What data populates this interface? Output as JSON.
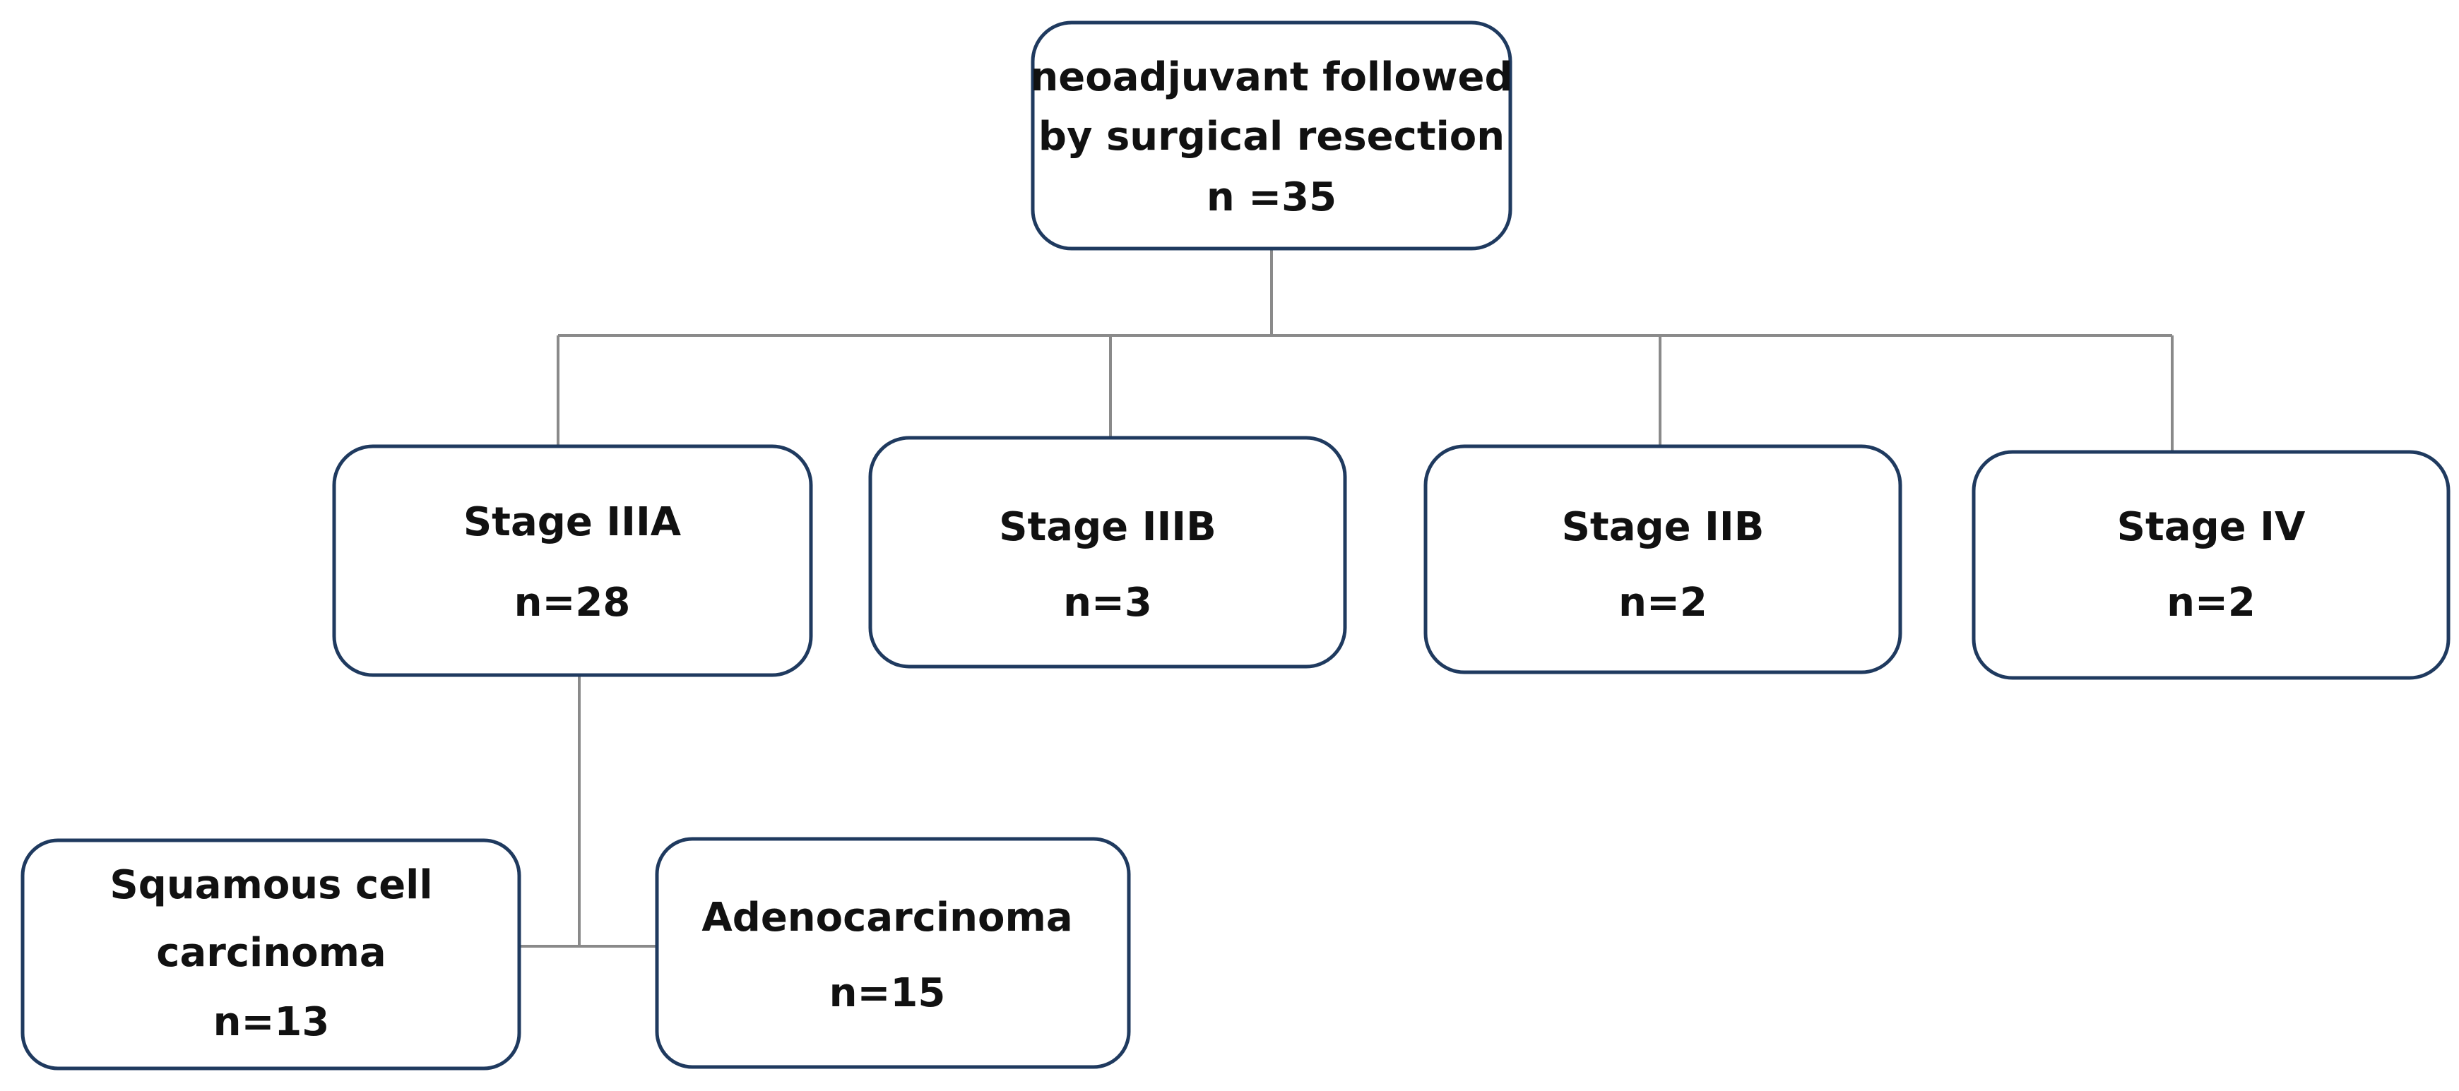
{
  "root": {
    "lines": [
      "neoadjuvant followed",
      "by surgical resection",
      "n =35"
    ]
  },
  "stages": [
    {
      "label": "Stage IIIA",
      "count": "n=28"
    },
    {
      "label": "Stage IIIB",
      "count": "n=3"
    },
    {
      "label": "Stage IIB",
      "count": "n=2"
    },
    {
      "label": "Stage IV",
      "count": "n=2"
    }
  ],
  "histology": [
    {
      "lines": [
        "Squamous cell",
        "carcinoma",
        "n=13"
      ]
    },
    {
      "lines": [
        "Adenocarcinoma",
        "n=15"
      ]
    }
  ],
  "colors": {
    "box_border": "#1f3a5f",
    "connector": "#8a8a8a",
    "text": "#111111"
  }
}
